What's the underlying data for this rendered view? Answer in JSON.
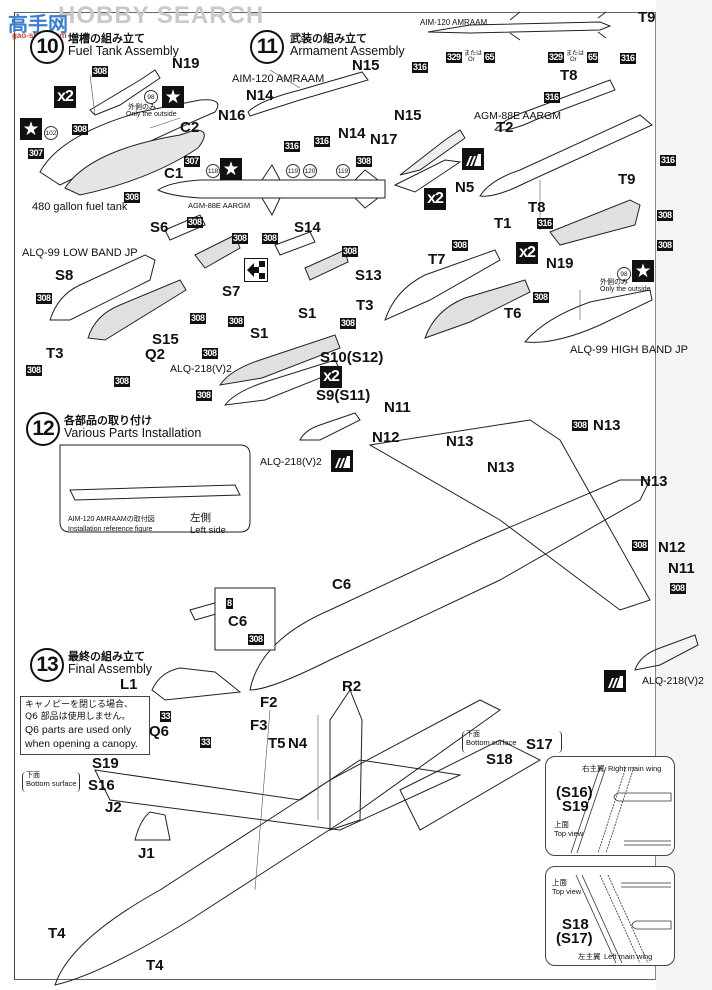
{
  "watermark": {
    "site": "HOBBY SEARCH",
    "logo": "高手网",
    "url": "gao-shou.com"
  },
  "steps": [
    {
      "number": "10",
      "title_jp": "増槽の組み立て",
      "title_en": "Fuel Tank Assembly"
    },
    {
      "number": "11",
      "title_jp": "武装の組み立て",
      "title_en": "Armament Assembly"
    },
    {
      "number": "12",
      "title_jp": "各部品の取り付け",
      "title_en": "Various Parts Installation"
    },
    {
      "number": "13",
      "title_jp": "最終の組み立て",
      "title_en": "Final Assembly"
    }
  ],
  "step10": {
    "parts": [
      "N19",
      "C2",
      "C1"
    ],
    "paint_codes": [
      "308",
      "307",
      "307",
      "308",
      "308"
    ],
    "multiplier": "x2",
    "decal_numbers": [
      "98",
      "102"
    ],
    "note_jp": "外側のみ",
    "note_en": "Only the outside",
    "caption": "480 gallon fuel tank"
  },
  "step11": {
    "missiles": [
      "AIM-120 AMRAAM",
      "AIM-120 AMRAAM",
      "AGM-88E AARGM",
      "AGM-88E AARGM"
    ],
    "parts": [
      "N15",
      "N15",
      "N14",
      "N14",
      "N16",
      "N17",
      "N5",
      "T9",
      "T8",
      "T2",
      "T1",
      "T8",
      "T9"
    ],
    "paint_codes": [
      "316",
      "316",
      "316",
      "308",
      "316",
      "316",
      "316",
      "316",
      "308"
    ],
    "color_note_1": {
      "code_a": "329",
      "or_jp": "または",
      "or_en": "Or",
      "code_b": "65"
    },
    "color_note_2": {
      "code_a": "329",
      "or_jp": "または",
      "or_en": "Or",
      "code_b": "65"
    },
    "decal_numbers": [
      "118",
      "119",
      "120",
      "119"
    ],
    "multipliers": [
      "x2"
    ]
  },
  "pods": {
    "low_band_label": "ALQ-99 LOW BAND JP",
    "high_band_label": "ALQ-99 HIGH BAND JP",
    "alq218_label": "ALQ-218(V)2",
    "low_parts": [
      "S6",
      "S8",
      "S7",
      "S15",
      "T3",
      "Q2"
    ],
    "mid_parts": [
      "S14",
      "S13",
      "S1",
      "S1",
      "S10(S12)",
      "S9(S11)",
      "T3"
    ],
    "high_parts": [
      "T7",
      "T6",
      "N19"
    ],
    "paint_codes": [
      "308",
      "308",
      "308",
      "308",
      "308",
      "308",
      "308",
      "308",
      "308",
      "308",
      "308",
      "308",
      "308",
      "308",
      "308",
      "308"
    ],
    "multipliers": [
      "x2",
      "x2"
    ],
    "decal_number": "98",
    "note_jp": "外側のみ",
    "note_en": "Only the outside"
  },
  "step12": {
    "inset_caption_jp": "AIM-120 AMRAAMの取付図",
    "inset_caption_en": "Installation reference figure",
    "inset_side_jp": "左側",
    "inset_side_en": "Left side",
    "parts": [
      "N11",
      "N12",
      "N13",
      "N13",
      "N13",
      "N13",
      "N12",
      "N11",
      "C6",
      "C6"
    ],
    "paint_codes": [
      "308",
      "308",
      "308",
      "308",
      "8"
    ],
    "alq_labels": [
      "ALQ-218(V)2",
      "ALQ-218(V)2"
    ]
  },
  "step13": {
    "parts": [
      "L1",
      "Q6",
      "F2",
      "F3",
      "R2",
      "T5",
      "N4",
      "S19",
      "S16",
      "J2",
      "J1",
      "T4",
      "T4",
      "S17",
      "S18"
    ],
    "paint_codes": [
      "33",
      "33"
    ],
    "note_jp_1": "キャノピーを閉じる場合、",
    "note_jp_2": "Q6 部品は使用しません。",
    "note_en_1": "Q6 parts are used only",
    "note_en_2": "when opening a canopy.",
    "bottom_left": {
      "jp": "下面",
      "en": "Bottom surface",
      "part": "S16"
    },
    "bottom_right": {
      "jp": "下面",
      "en": "Bottom surface",
      "part": "S17"
    },
    "inset_right_wing": {
      "title_jp": "右主翼",
      "title_en": "Right main wing",
      "part_a": "(S16)",
      "part_b": "S19",
      "view_jp": "上面",
      "view_en": "Top view"
    },
    "inset_left_wing": {
      "title_jp": "左主翼",
      "title_en": "Left main wing",
      "part_a": "S18",
      "part_b": "(S17)",
      "view_jp": "上面",
      "view_en": "Top view"
    }
  }
}
